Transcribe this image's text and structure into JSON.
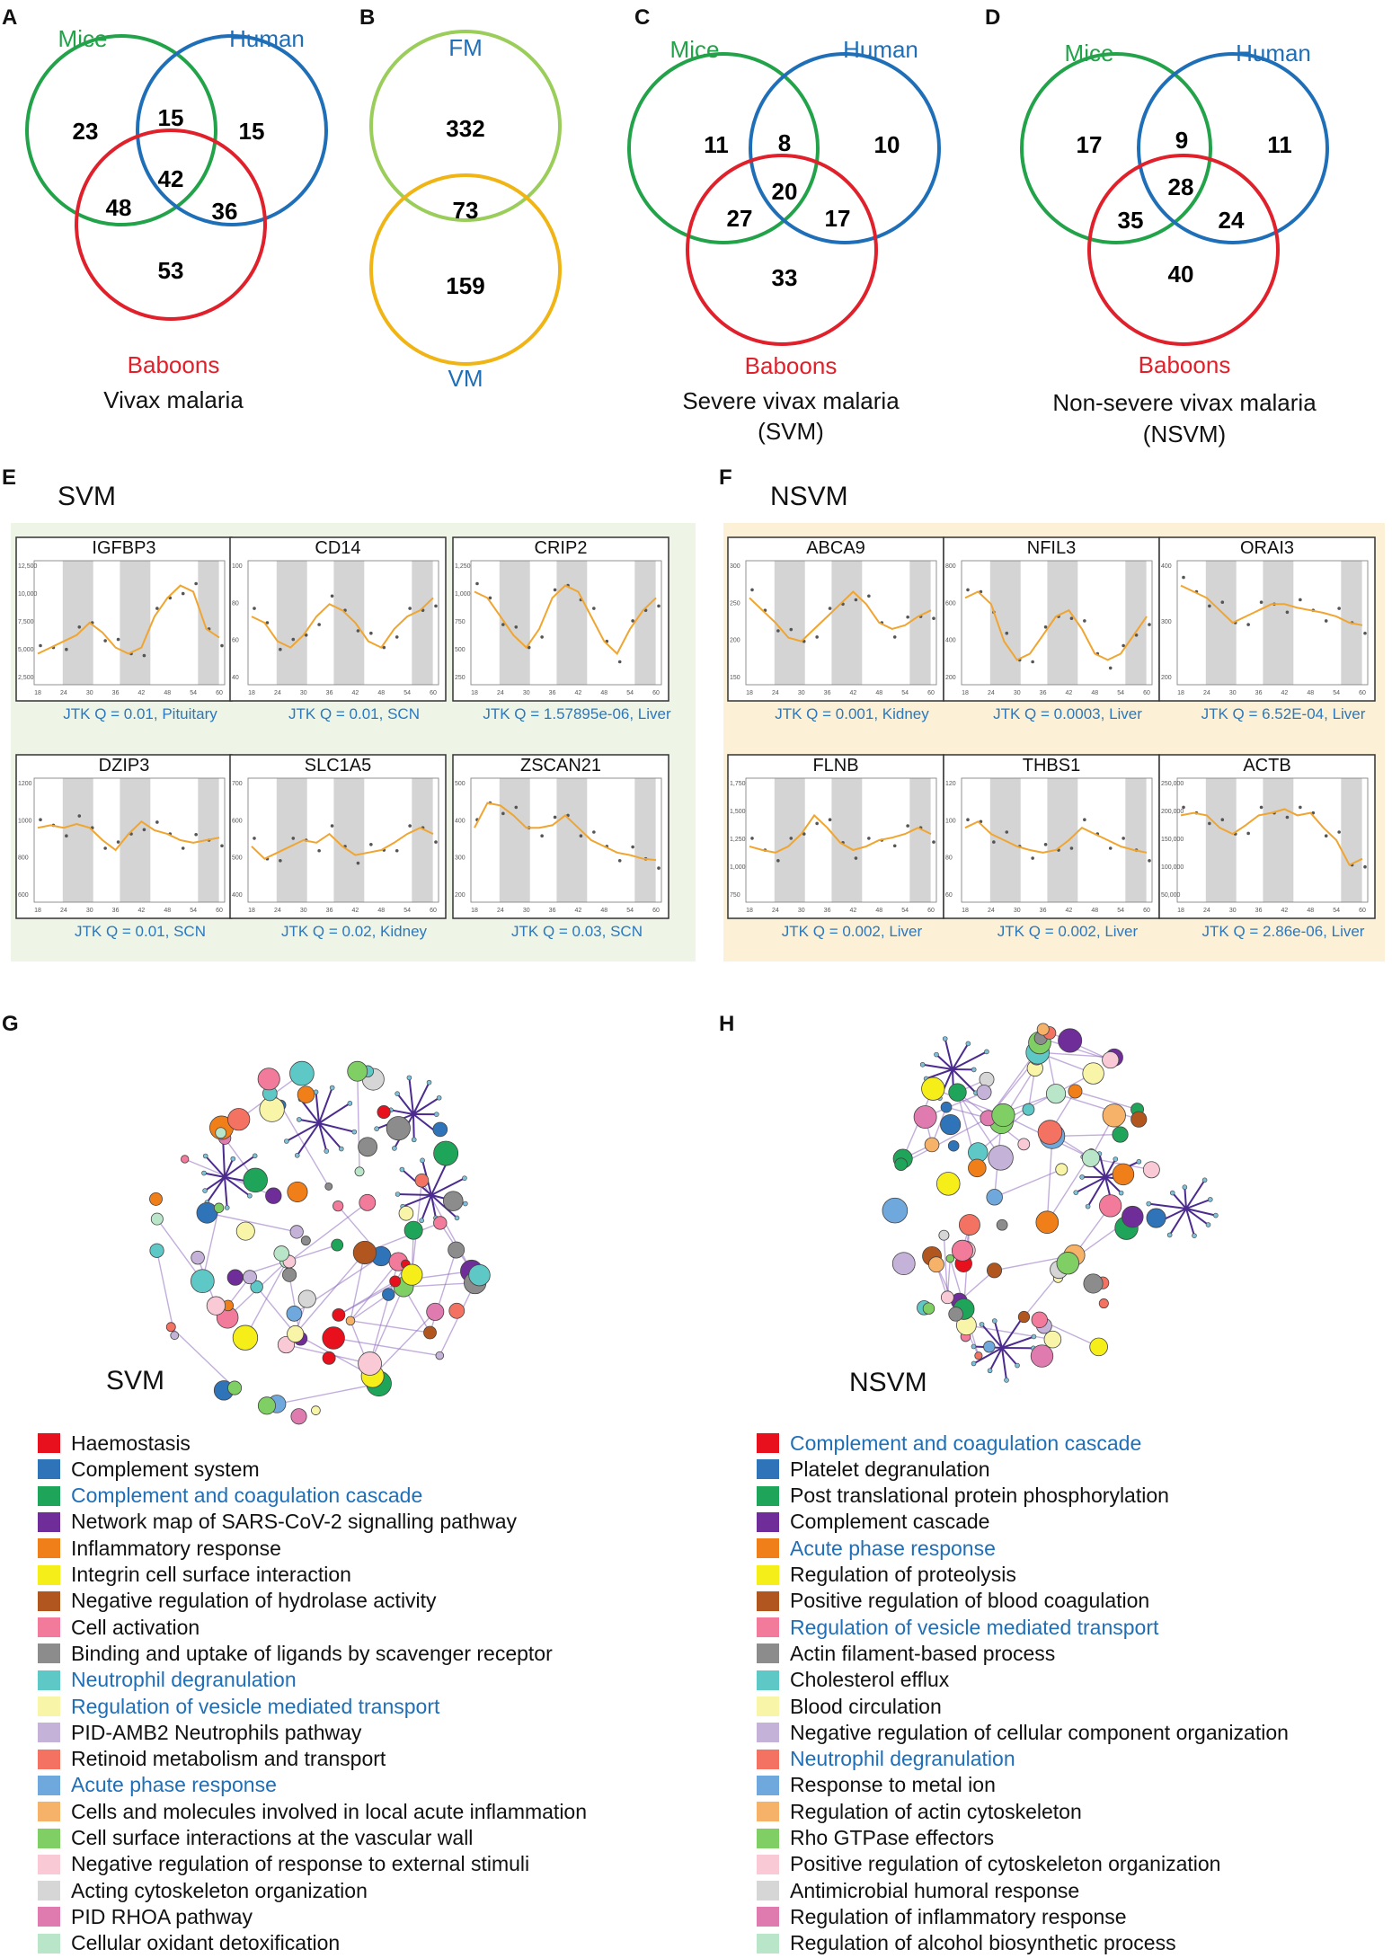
{
  "panel_letters": {
    "A": "A",
    "B": "B",
    "C": "C",
    "D": "D",
    "E": "E",
    "F": "F",
    "G": "G",
    "H": "H"
  },
  "colors": {
    "mice": "#22a34a",
    "human": "#1f6fb8",
    "baboons": "#e0202a",
    "fm": "#9acd5a",
    "vm": "#f0b414",
    "blue_text": "#1f6fb8",
    "jtk_text": "#2a78c0",
    "curve": "#f0a530",
    "shade": "#d4d4d4",
    "panel_e_bg": "#eef5e6",
    "panel_f_bg": "#fcf1d6"
  },
  "venn": {
    "A": {
      "mice": "Mice",
      "human": "Human",
      "baboons": "Baboons",
      "caption": "Vivax malaria",
      "mice_only": "23",
      "mice_human": "15",
      "human_only": "15",
      "all": "42",
      "mice_baboons": "48",
      "human_baboons": "36",
      "baboons_only": "53"
    },
    "B": {
      "top": "FM",
      "bottom": "VM",
      "top_only": "332",
      "both": "73",
      "bottom_only": "159"
    },
    "C": {
      "mice": "Mice",
      "human": "Human",
      "baboons": "Baboons",
      "caption1": "Severe vivax malaria",
      "caption2": "(SVM)",
      "mice_only": "11",
      "mice_human": "8",
      "human_only": "10",
      "all": "20",
      "mice_baboons": "27",
      "human_baboons": "17",
      "baboons_only": "33"
    },
    "D": {
      "mice": "Mice",
      "human": "Human",
      "baboons": "Baboons",
      "caption1": "Non-severe vivax malaria",
      "caption2": "(NSVM)",
      "mice_only": "17",
      "mice_human": "9",
      "human_only": "11",
      "all": "28",
      "mice_baboons": "35",
      "human_baboons": "24",
      "baboons_only": "40"
    }
  },
  "panel_e": {
    "title": "SVM",
    "plots": [
      {
        "gene": "IGFBP3",
        "yticks": [
          "12,500",
          "10,000",
          "7,500",
          "5,000",
          "2,500"
        ],
        "jtk": "JTK Q = 0.01, Pituitary"
      },
      {
        "gene": "CD14",
        "yticks": [
          "100",
          "80",
          "60",
          "40"
        ],
        "jtk": "JTK Q = 0.01, SCN"
      },
      {
        "gene": "CRIP2",
        "yticks": [
          "1,250",
          "1,000",
          "750",
          "500",
          "250"
        ],
        "jtk": "JTK Q = 1.57895e-06, Liver"
      },
      {
        "gene": "DZIP3",
        "yticks": [
          "1200",
          "1000",
          "800",
          "600"
        ],
        "jtk": "JTK Q = 0.01, SCN"
      },
      {
        "gene": "SLC1A5",
        "yticks": [
          "700",
          "600",
          "500",
          "400"
        ],
        "jtk": "JTK Q = 0.02, Kidney"
      },
      {
        "gene": "ZSCAN21",
        "yticks": [
          "500",
          "400",
          "300",
          "200"
        ],
        "jtk": "JTK Q = 0.03, SCN"
      }
    ]
  },
  "panel_f": {
    "title": "NSVM",
    "plots": [
      {
        "gene": "ABCA9",
        "yticks": [
          "300",
          "250",
          "200",
          "150"
        ],
        "jtk": "JTK Q = 0.001, Kidney"
      },
      {
        "gene": "NFIL3",
        "yticks": [
          "800",
          "600",
          "400",
          "200"
        ],
        "jtk": "JTK Q = 0.0003, Liver"
      },
      {
        "gene": "ORAI3",
        "yticks": [
          "400",
          "300",
          "200"
        ],
        "jtk": "JTK Q = 6.52E-04, Liver"
      },
      {
        "gene": "FLNB",
        "yticks": [
          "1,750",
          "1,500",
          "1,250",
          "1,000",
          "750"
        ],
        "jtk": "JTK Q = 0.002, Liver"
      },
      {
        "gene": "THBS1",
        "yticks": [
          "120",
          "100",
          "80",
          "60"
        ],
        "jtk": "JTK Q = 0.002, Liver"
      },
      {
        "gene": "ACTB",
        "yticks": [
          "250,000",
          "200,000",
          "150,000",
          "100,000",
          "50,000"
        ],
        "jtk": "JTK Q = 2.86e-06, Liver"
      }
    ]
  },
  "xticks": [
    "18",
    "24",
    "30",
    "36",
    "42",
    "48",
    "54",
    "60"
  ],
  "network_g": {
    "label": "SVM"
  },
  "network_h": {
    "label": "NSVM"
  },
  "legend_g": [
    {
      "color": "#e8101c",
      "text": "Haemostasis",
      "blue": false
    },
    {
      "color": "#2f74b9",
      "text": "Complement system",
      "blue": false
    },
    {
      "color": "#1fa55a",
      "text": "Complement and coagulation cascade",
      "blue": true
    },
    {
      "color": "#6f2d9a",
      "text": "Network map of SARS-CoV-2 signalling pathway",
      "blue": false
    },
    {
      "color": "#f07f1a",
      "text": "Inflammatory response",
      "blue": false
    },
    {
      "color": "#f6ee18",
      "text": "Integrin cell surface interaction",
      "blue": false
    },
    {
      "color": "#b0561e",
      "text": "Negative regulation of hydrolase activity",
      "blue": false
    },
    {
      "color": "#f27a9b",
      "text": "Cell activation",
      "blue": false
    },
    {
      "color": "#8c8c8c",
      "text": "Binding and uptake of ligands by scavenger receptor",
      "blue": false
    },
    {
      "color": "#5ec8c6",
      "text": "Neutrophil degranulation",
      "blue": true
    },
    {
      "color": "#f8f5a8",
      "text": "Regulation of vesicle mediated transport",
      "blue": true
    },
    {
      "color": "#c5b2d8",
      "text": "PID-AMB2 Neutrophils pathway",
      "blue": false
    },
    {
      "color": "#f37262",
      "text": "Retinoid metabolism and transport",
      "blue": false
    },
    {
      "color": "#6fa8dc",
      "text": "Acute phase response",
      "blue": true
    },
    {
      "color": "#f7b269",
      "text": "Cells and molecules involved in local acute inflammation",
      "blue": false
    },
    {
      "color": "#7fcf65",
      "text": "Cell surface interactions at the vascular wall",
      "blue": false
    },
    {
      "color": "#f9c9d6",
      "text": "Negative regulation of response to external stimuli",
      "blue": false
    },
    {
      "color": "#d6d6d6",
      "text": "Acting cytoskeleton organization",
      "blue": false
    },
    {
      "color": "#e07bb0",
      "text": "PID RHOA pathway",
      "blue": false
    },
    {
      "color": "#b9e6c9",
      "text": "Cellular oxidant detoxification",
      "blue": false
    }
  ],
  "legend_h": [
    {
      "color": "#e8101c",
      "text": "Complement and coagulation cascade",
      "blue": true
    },
    {
      "color": "#2f74b9",
      "text": "Platelet degranulation",
      "blue": false
    },
    {
      "color": "#1fa55a",
      "text": "Post translational protein phosphorylation",
      "blue": false
    },
    {
      "color": "#6f2d9a",
      "text": "Complement cascade",
      "blue": false
    },
    {
      "color": "#f07f1a",
      "text": "Acute phase response",
      "blue": true
    },
    {
      "color": "#f6ee18",
      "text": "Regulation of proteolysis",
      "blue": false
    },
    {
      "color": "#b0561e",
      "text": "Positive regulation of blood coagulation",
      "blue": false
    },
    {
      "color": "#f27a9b",
      "text": "Regulation of vesicle mediated transport",
      "blue": true
    },
    {
      "color": "#8c8c8c",
      "text": "Actin filament-based process",
      "blue": false
    },
    {
      "color": "#5ec8c6",
      "text": "Cholesterol efflux",
      "blue": false
    },
    {
      "color": "#f8f5a8",
      "text": "Blood circulation",
      "blue": false
    },
    {
      "color": "#c5b2d8",
      "text": "Negative regulation of cellular component organization",
      "blue": false
    },
    {
      "color": "#f37262",
      "text": "Neutrophil degranulation",
      "blue": true
    },
    {
      "color": "#6fa8dc",
      "text": "Response to metal ion",
      "blue": false
    },
    {
      "color": "#f7b269",
      "text": "Regulation of actin cytoskeleton",
      "blue": false
    },
    {
      "color": "#7fcf65",
      "text": "Rho GTPase effectors",
      "blue": false
    },
    {
      "color": "#f9c9d6",
      "text": "Positive regulation of cytoskeleton organization",
      "blue": false
    },
    {
      "color": "#d6d6d6",
      "text": "Antimicrobial humoral response",
      "blue": false
    },
    {
      "color": "#e07bb0",
      "text": "Regulation of inflammatory response",
      "blue": false
    },
    {
      "color": "#b9e6c9",
      "text": "Regulation of alcohol biosynthetic process",
      "blue": false
    }
  ]
}
